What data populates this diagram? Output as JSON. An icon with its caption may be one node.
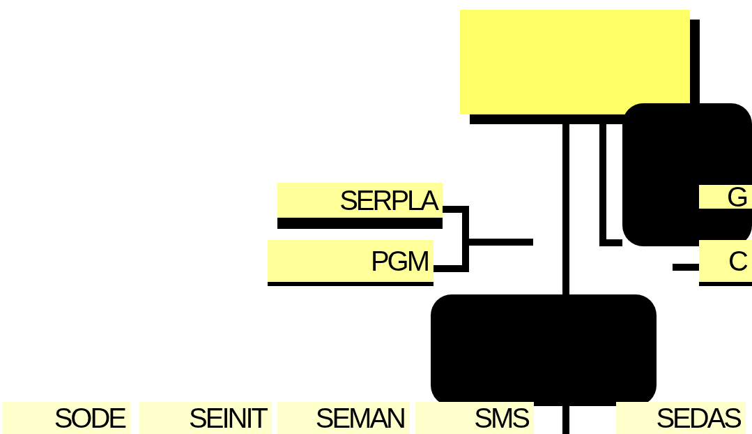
{
  "diagram": {
    "nodes": [
      {
        "text": [],
        "shape": "box"
      },
      {
        "text": [],
        "shape": "box"
      },
      {
        "text": [
          "SERPLA"
        ]
      },
      {
        "text": [
          "PGM"
        ]
      },
      {
        "text": [],
        "shape": "box"
      },
      {
        "text": [
          "G"
        ],
        "in": 1
      },
      {
        "text": [
          "C"
        ]
      },
      {
        "text": [
          "SODE"
        ]
      },
      {
        "text": [
          "SEINIT"
        ]
      },
      {
        "text": [
          "SEMAN"
        ]
      },
      {
        "text": [
          "SMS"
        ]
      },
      {
        "text": [
          "SEDAS"
        ]
      }
    ],
    "edges": [
      {
        "from": 0,
        "to": 4,
        "arrow": "none"
      },
      {
        "from": 0,
        "to": 1,
        "arrow": "none"
      },
      {
        "from": 2,
        "to": null,
        "arrow": "none"
      },
      {
        "from": 3,
        "to": null,
        "arrow": "none"
      },
      {
        "from": null,
        "to": 6,
        "arrow": "none"
      },
      {
        "from": 4,
        "to": null,
        "arrow": "none"
      }
    ]
  }
}
